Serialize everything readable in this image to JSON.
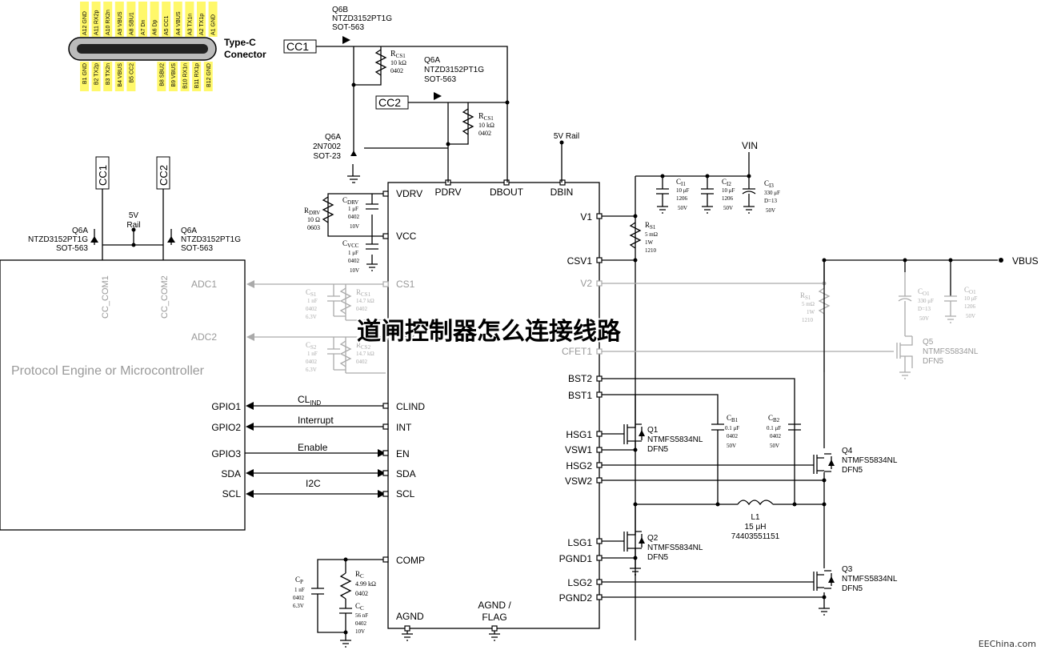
{
  "title_overlay": "道闸控制器怎么连接线路",
  "watermark": "EEChina.com",
  "connector": {
    "label1": "Type-C",
    "label2": "Conector",
    "top_pins": [
      "A12 GND",
      "A11 RX2p",
      "A10 RX2n",
      "A9 VBUS",
      "A8 SBU1",
      "A7 Dn",
      "A6 Dp",
      "A5 CC1",
      "A4 VBUS",
      "A3 TX1n",
      "A2 TX1p",
      "A1 GND"
    ],
    "bottom_pins": [
      "B1 GND",
      "B2 TX2p",
      "B3 TX2n",
      "B4 VBUS",
      "B5 CC2",
      "",
      "B8 SBU2",
      "B9 VBUS",
      "B10 RX1n",
      "B11 RX1p",
      "B12 GND"
    ]
  },
  "mcu": {
    "name": "Protocol Engine or Microcontroller",
    "left_pins": [
      "ADC1",
      "ADC2",
      "GPIO1",
      "GPIO2",
      "GPIO3",
      "SDA",
      "SCL"
    ],
    "cc_labels": [
      "CC_COM1",
      "CC_COM2"
    ]
  },
  "controller": {
    "top_pins": [
      "PDRV",
      "DBOUT",
      "DBIN"
    ],
    "left_pins": [
      "VDRV",
      "VCC",
      "CS1",
      "CS2",
      "CLIND",
      "INT",
      "EN",
      "SDA",
      "SCL",
      "COMP",
      "AGND"
    ],
    "right_pins": [
      "V1",
      "CSV1",
      "V2",
      "CFET1",
      "BST2",
      "BST1",
      "HSG1",
      "VSW1",
      "HSG2",
      "VSW2",
      "LSG1",
      "PGND1",
      "LSG2",
      "PGND2"
    ],
    "bottom_label": [
      "AGND /",
      "FLAG"
    ]
  },
  "signals": {
    "clind": "CL",
    "clind_sub": "IND",
    "interrupt": "Interrupt",
    "enable": "Enable",
    "i2c": "I2C"
  },
  "nets": {
    "cc1": "CC1",
    "cc2": "CC2",
    "rail5v": "5V Rail",
    "vin": "VIN",
    "vbus": "VBUS",
    "fivev": "5V",
    "rail": "Rail"
  },
  "components": {
    "q6b": [
      "Q6B",
      "NTZD3152PT1G",
      "SOT-563"
    ],
    "q6a_top": [
      "Q6A",
      "NTZD3152PT1G",
      "SOT-563"
    ],
    "q6a_mid": [
      "Q6A",
      "2N7002",
      "SOT-23"
    ],
    "q6a_left": [
      "Q6A",
      "NTZD3152PT1G",
      "SOT-563"
    ],
    "q6a_right": [
      "Q6A",
      "NTZD3152PT1G",
      "SOT-563"
    ],
    "rcs1_a": [
      "R",
      "CS1",
      "10 kΩ",
      "0402"
    ],
    "rcs1_b": [
      "R",
      "CS1",
      "10 kΩ",
      "0402"
    ],
    "rdrv": [
      "R",
      "DRV",
      "10 Ω",
      "0603"
    ],
    "cdrv": [
      "C",
      "DRV",
      "1 μF",
      "0402",
      "10V"
    ],
    "cvcc": [
      "C",
      "VCC",
      "1 μF",
      "0402",
      "10V"
    ],
    "cs1": [
      "C",
      "S1",
      "1 nF",
      "0402",
      "6.3V"
    ],
    "rcs1_g": [
      "R",
      "CS1",
      "14.7 kΩ",
      "0402"
    ],
    "cs2": [
      "C",
      "S2",
      "1 nF",
      "0402",
      "6.3V"
    ],
    "rcs2_g": [
      "R",
      "CS2",
      "14.7 kΩ",
      "0402"
    ],
    "ci1": [
      "C",
      "I1",
      "10 μF",
      "1206",
      "50V"
    ],
    "ci2": [
      "C",
      "I2",
      "10 μF",
      "1206",
      "50V"
    ],
    "ci3": [
      "C",
      "I3",
      "330 μF",
      "D=13",
      "50V"
    ],
    "rs1": [
      "R",
      "S1",
      "5 mΩ",
      "1W",
      "1210"
    ],
    "rs1_g": [
      "R",
      "S1",
      "5 mΩ",
      "1W",
      "1210"
    ],
    "co1_a": [
      "C",
      "O1",
      "330 μF",
      "D=13",
      "50V"
    ],
    "co1_b": [
      "C",
      "O1",
      "10 μF",
      "1206",
      "50V"
    ],
    "q5": [
      "Q5",
      "NTMFS5834NL",
      "DFN5"
    ],
    "q1": [
      "Q1",
      "NTMFS5834NL",
      "DFN5"
    ],
    "q2": [
      "Q2",
      "NTMFS5834NL",
      "DFN5"
    ],
    "q3": [
      "Q3",
      "NTMFS5834NL",
      "DFN5"
    ],
    "q4": [
      "Q4",
      "NTMFS5834NL",
      "DFN5"
    ],
    "cb1": [
      "C",
      "B1",
      "0.1 μF",
      "0402",
      "50V"
    ],
    "cb2": [
      "C",
      "B2",
      "0.1 μF",
      "0402",
      "50V"
    ],
    "l1": [
      "L1",
      "15 μH",
      "74403551151"
    ],
    "cp": [
      "C",
      "P",
      "1 nF",
      "0402",
      "6.3V"
    ],
    "rc": [
      "R",
      "C",
      "4.99 kΩ",
      "0402"
    ],
    "cc": [
      "C",
      "C",
      "56 nF",
      "0402",
      "10V"
    ]
  }
}
